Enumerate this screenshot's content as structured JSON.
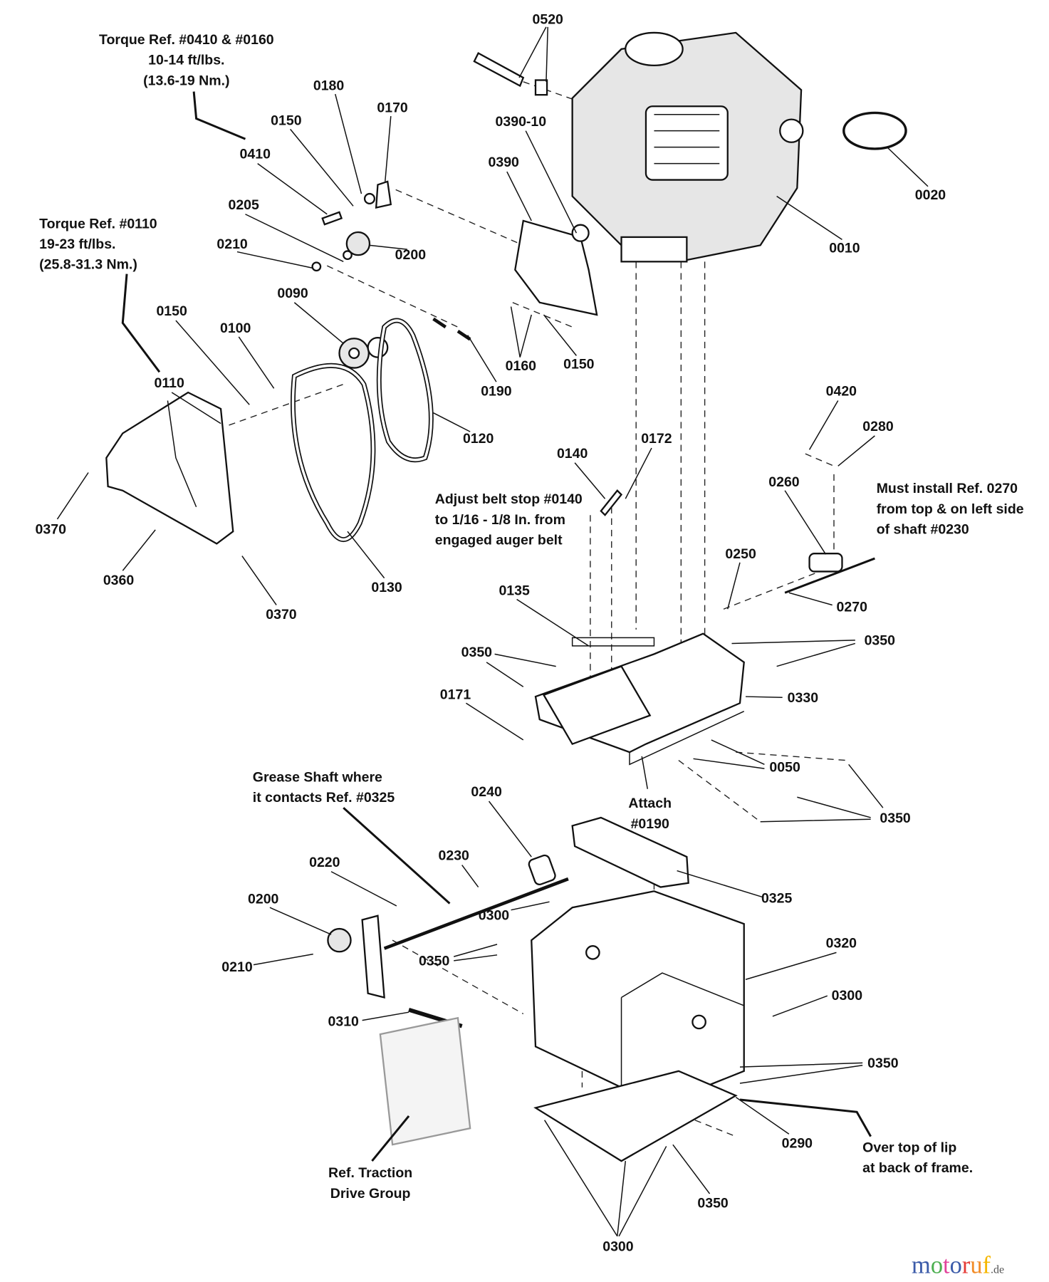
{
  "notes": {
    "torque_0410": [
      "Torque Ref. #0410 & #0160",
      "10-14 ft/lbs.",
      "(13.6-19 Nm.)"
    ],
    "torque_0110": [
      "Torque Ref. #0110",
      "19-23 ft/lbs.",
      "(25.8-31.3 Nm.)"
    ],
    "belt_stop": [
      "Adjust belt stop #0140",
      "to 1/16 - 1/8 In. from",
      "engaged auger belt"
    ],
    "must_install": [
      "Must install Ref. 0270",
      "from top & on left side",
      "of shaft #0230"
    ],
    "attach": [
      "Attach",
      "#0190"
    ],
    "grease": [
      "Grease Shaft where",
      "it contacts Ref. #0325"
    ],
    "over_top": [
      "Over top of lip",
      "at back of frame."
    ],
    "traction": [
      "Ref. Traction",
      "Drive Group"
    ]
  },
  "part_labels": [
    "0520",
    "0180",
    "0170",
    "0150",
    "0390-10",
    "0410",
    "0390",
    "0020",
    "0205",
    "0210",
    "0200",
    "0010",
    "0090",
    "0150",
    "0100",
    "0160",
    "0150",
    "0110",
    "0190",
    "0420",
    "0280",
    "0120",
    "0140",
    "0172",
    "0260",
    "0370",
    "0360",
    "0250",
    "0130",
    "0270",
    "0135",
    "0370",
    "0350",
    "0350",
    "0330",
    "0171",
    "0050",
    "0240",
    "0350",
    "0230",
    "0220",
    "0325",
    "0200",
    "0300",
    "0320",
    "0350",
    "0210",
    "0300",
    "0310",
    "0350",
    "0290",
    "0350",
    "0300"
  ],
  "watermark": {
    "name": "motoruf",
    "suffix": ".de",
    "colors": [
      "#3b5ba9",
      "#4caf50",
      "#e2439b",
      "#3b5ba9",
      "#e53935",
      "#f28c28",
      "#f5b700"
    ]
  }
}
